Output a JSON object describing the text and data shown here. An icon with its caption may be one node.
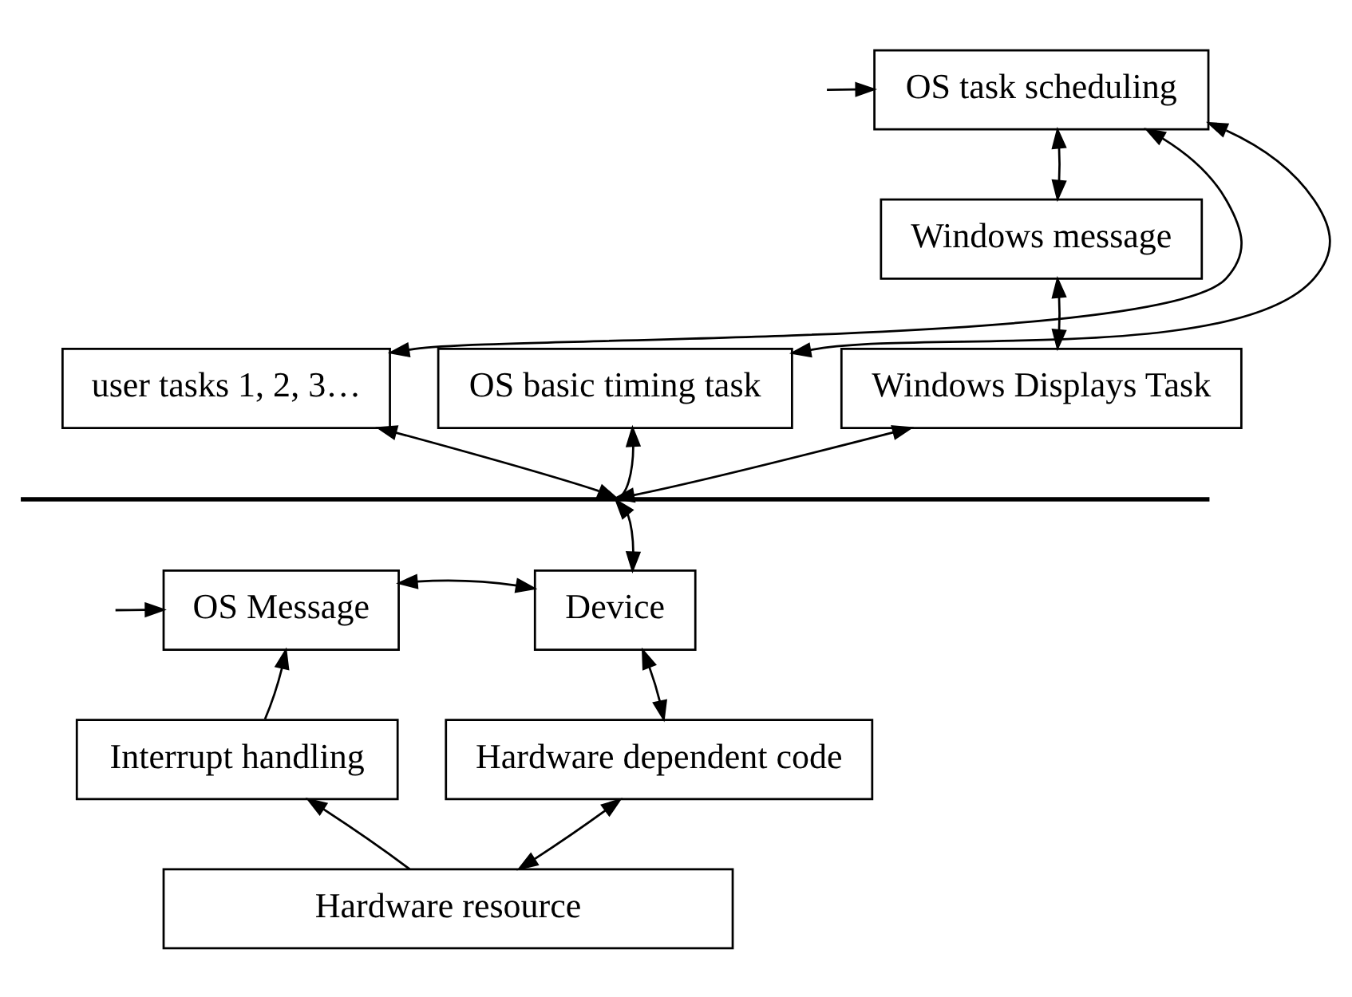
{
  "diagram": {
    "nodes": [
      {
        "text": [
          "OS task scheduling"
        ]
      },
      {
        "text": [
          "Windows message"
        ]
      },
      {
        "text": [
          "user tasks 1, 2, 3…"
        ]
      },
      {
        "text": [
          "OS basic timing task"
        ]
      },
      {
        "text": [
          "Windows Displays Task"
        ]
      },
      {
        "text": [],
        "shape": "bar"
      },
      {
        "text": [
          "OS Message"
        ]
      },
      {
        "text": [
          "Device"
        ]
      },
      {
        "text": [
          "Interrupt handling"
        ]
      },
      {
        "text": [
          "Hardware dependent code"
        ]
      },
      {
        "text": [
          "Hardware resource"
        ]
      }
    ],
    "edges": [
      {
        "from": null,
        "to": 0,
        "arrow": "to"
      },
      {
        "from": 0,
        "to": 2,
        "arrow": "both"
      },
      {
        "from": 0,
        "to": 3,
        "arrow": "both"
      },
      {
        "from": 0,
        "to": 1,
        "arrow": "both"
      },
      {
        "from": 1,
        "to": 4,
        "arrow": "both"
      },
      {
        "from": 2,
        "to": 5,
        "arrow": "both"
      },
      {
        "from": 5,
        "to": 3,
        "arrow": "to"
      },
      {
        "from": 4,
        "to": 5,
        "arrow": "both"
      },
      {
        "from": 5,
        "to": 7,
        "arrow": "both"
      },
      {
        "from": null,
        "to": 6,
        "arrow": "to"
      },
      {
        "from": 6,
        "to": 7,
        "arrow": "both"
      },
      {
        "from": 8,
        "to": 6,
        "arrow": "to"
      },
      {
        "from": 7,
        "to": 9,
        "arrow": "both"
      },
      {
        "from": 10,
        "to": 8,
        "arrow": "to"
      },
      {
        "from": 9,
        "to": 10,
        "arrow": "both"
      }
    ]
  }
}
